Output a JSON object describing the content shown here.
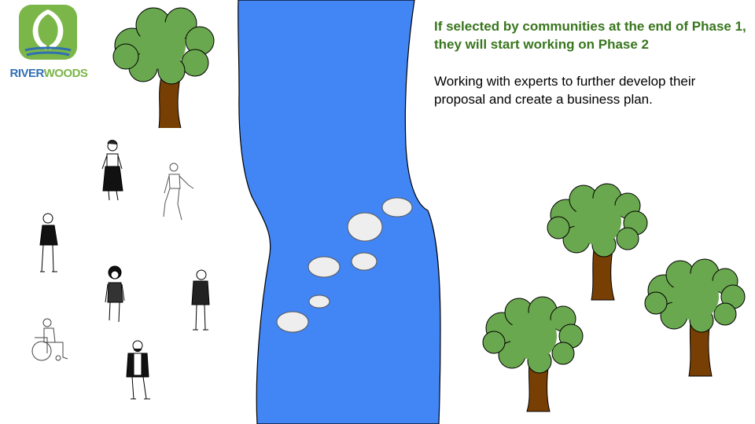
{
  "slide": {
    "heading": "If selected by communities at the end of Phase 1, they will start working on Phase 2",
    "body": "Working with experts to further develop their proposal and create a business plan."
  },
  "logo": {
    "word_part1": "RIVER",
    "word_part2": "WOODS"
  },
  "colors": {
    "river": "#4285f4",
    "tree_foliage": "#6aa84f",
    "tree_trunk": "#783f04",
    "stepping_stone": "#eeeeee",
    "heading_text": "#38761d",
    "logo_green": "#7ab648",
    "logo_blue": "#2f6fb4"
  },
  "icons": [
    "tree-icon",
    "person-icon",
    "wheelchair-user-icon",
    "stepping-stone"
  ]
}
